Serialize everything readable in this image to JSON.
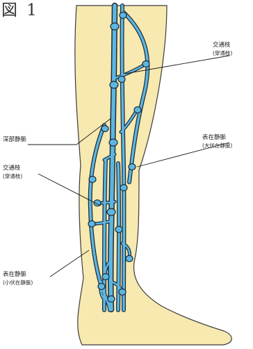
{
  "figure": {
    "title": "図 1"
  },
  "labels": {
    "communicating_top": {
      "main": "交通枝",
      "sub": "(穿通枝)"
    },
    "deep_vein": {
      "main": "深部静脈"
    },
    "superficial_great": {
      "main": "表在静脈",
      "sub": "(大伏在静脈)"
    },
    "communicating_mid": {
      "main": "交通枝",
      "sub": "(穿通枝)"
    },
    "superficial_small": {
      "main": "表在静脈",
      "sub": "(小伏在静脈)"
    }
  },
  "colors": {
    "skin": "#f7e9b0",
    "skin_outline": "#3a3a3a",
    "vein_fill": "#5cb6e2",
    "vein_outline": "#1f2a36",
    "leader_line": "#1a1a1a"
  }
}
